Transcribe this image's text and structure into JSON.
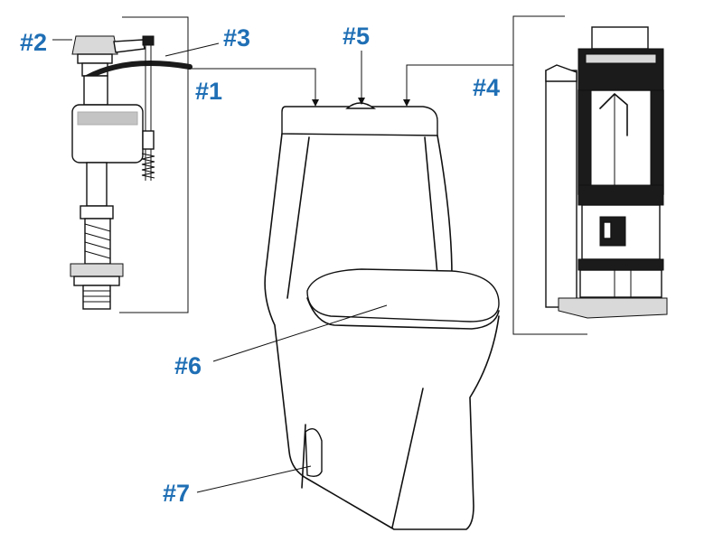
{
  "callouts": {
    "c1": "#1",
    "c2": "#2",
    "c3": "#3",
    "c4": "#4",
    "c5": "#5",
    "c6": "#6",
    "c7": "#7"
  },
  "colors": {
    "callout_text": "#1f6fb5",
    "line_art": "#111111"
  }
}
